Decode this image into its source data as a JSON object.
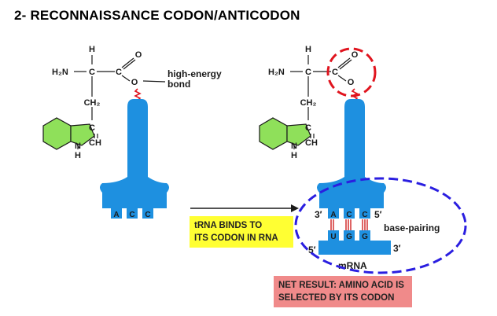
{
  "title": "2- RECONNAISSANCE CODON/ANTICODON",
  "colors": {
    "trna": "#1e90e0",
    "ring": "#8fe05a",
    "red_circle": "#e0141e",
    "blue_ellipse": "#2a1ee0",
    "yellow_box": "#ffff33",
    "pink_box": "#f08a8a"
  },
  "left_molecule": {
    "atoms": {
      "h_top": "H",
      "h2n": "H₂N",
      "c_alpha": "C",
      "c_carbonyl": "C",
      "o_double": "O",
      "o_single": "O",
      "ch2": "CH₂",
      "c_ring": "C",
      "ch_ring": "CH",
      "n_ring": "N",
      "h_ring": "H"
    },
    "label_line1": "high-energy",
    "label_line2": "bond",
    "anticodon": [
      "A",
      "C",
      "C"
    ]
  },
  "right_molecule": {
    "atoms": {
      "h_top": "H",
      "h2n": "H₂N",
      "c_alpha": "C",
      "c_carbonyl": "C",
      "o_double": "O",
      "o_single": "O",
      "ch2": "CH₂",
      "c_ring": "C",
      "ch_ring": "CH",
      "n_ring": "N",
      "h_ring": "H"
    },
    "anticodon": [
      "A",
      "C",
      "C"
    ],
    "codon": [
      "U",
      "G",
      "G"
    ],
    "prime_3_top": "3′",
    "prime_5_top": "5′",
    "prime_5_bottom": "5′",
    "prime_3_bottom": "3′",
    "base_pairing": "base-pairing",
    "mrna": "mRNA"
  },
  "yellow_box": {
    "line1": "tRNA BINDS TO",
    "line2": "ITS CODON IN RNA"
  },
  "pink_box": {
    "line1": "NET RESULT: AMINO ACID IS",
    "line2": "SELECTED BY ITS CODON"
  }
}
